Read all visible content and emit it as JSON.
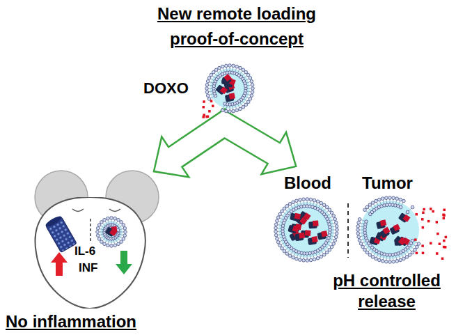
{
  "diagram": {
    "title": "New remote loading proof-of-concept",
    "nodes": [
      {
        "text": [
          "IL-6",
          "INF"
        ]
      }
    ],
    "labels": [
      "DOXO",
      "Blood",
      "Tumor",
      "No inflammation",
      "pH controlled release"
    ]
  }
}
